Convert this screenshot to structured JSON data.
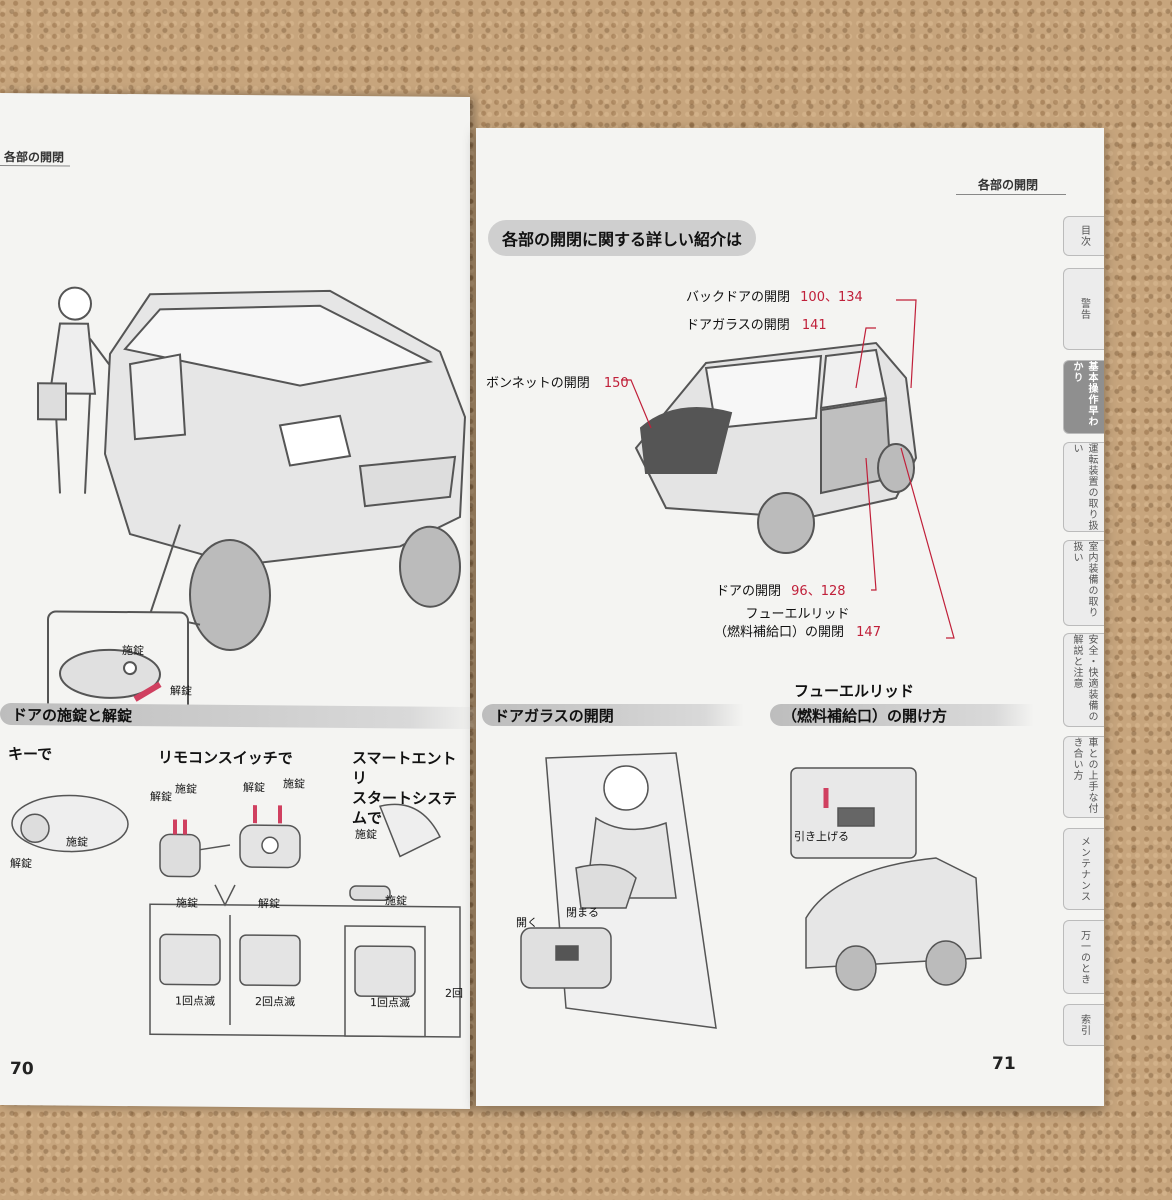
{
  "left_page": {
    "header": "各部の開閉",
    "lock_label": "施錠",
    "unlock_label": "解錠",
    "section_bar": "ドアの施錠と解錠",
    "by_key": "キーで",
    "by_remote": "リモコンスイッチで",
    "smart_entry_line1": "スマートエントリ",
    "smart_entry_line2": "スタートシステムで",
    "key_lock": "施錠",
    "key_unlock": "解錠",
    "remote_unlock": "解錠",
    "remote_lock": "施錠",
    "remote_unlock2": "解錠",
    "remote_lock2": "施錠",
    "smart_lock": "施錠",
    "smart_lock2": "施錠",
    "panel_lock": "施錠",
    "panel_unlock": "解錠",
    "blink_once": "1回点滅",
    "blink_twice": "2回点滅",
    "blink_once2": "1回点滅",
    "blink_twice2": "2回",
    "page_number": "70"
  },
  "right_page": {
    "header": "各部の開閉",
    "title_pill": "各部の開閉に関する詳しい紹介は",
    "callouts": {
      "back_door": {
        "label": "バックドアの開閉",
        "pages": "100、134"
      },
      "door_glass": {
        "label": "ドアガラスの開閉",
        "pages": "141"
      },
      "bonnet": {
        "label": "ボンネットの開閉",
        "pages": "150"
      },
      "door": {
        "label": "ドアの開閉",
        "pages": "96、128"
      },
      "fuel_lid_line1": "フューエルリッド",
      "fuel_lid_line2": "（燃料補給口）の開閉",
      "fuel_lid_pages": "147"
    },
    "section_glass": "ドアガラスの開閉",
    "section_fuel_line1": "フューエルリッド",
    "section_fuel_line2": "（燃料補給口）の開け方",
    "open_label": "開く",
    "close_label": "閉まる",
    "pull_up_label": "引き上げる",
    "page_number": "71"
  },
  "side_tabs": [
    {
      "label": "目次",
      "active": false
    },
    {
      "label": "警告",
      "active": false
    },
    {
      "label": "基本操作早わかり",
      "active": true
    },
    {
      "label": "運転装置の取り扱い",
      "active": false
    },
    {
      "label": "室内装備の取り扱い",
      "active": false
    },
    {
      "label": "安全・快適装備の解説と注意",
      "active": false
    },
    {
      "label": "車との上手な付き合い方",
      "active": false
    },
    {
      "label": "メンテナンス",
      "active": false
    },
    {
      "label": "万一のとき",
      "active": false
    },
    {
      "label": "索引",
      "active": false
    }
  ],
  "colors": {
    "accent_red": "#c0203a",
    "tab_active": "#8f8f8f"
  }
}
